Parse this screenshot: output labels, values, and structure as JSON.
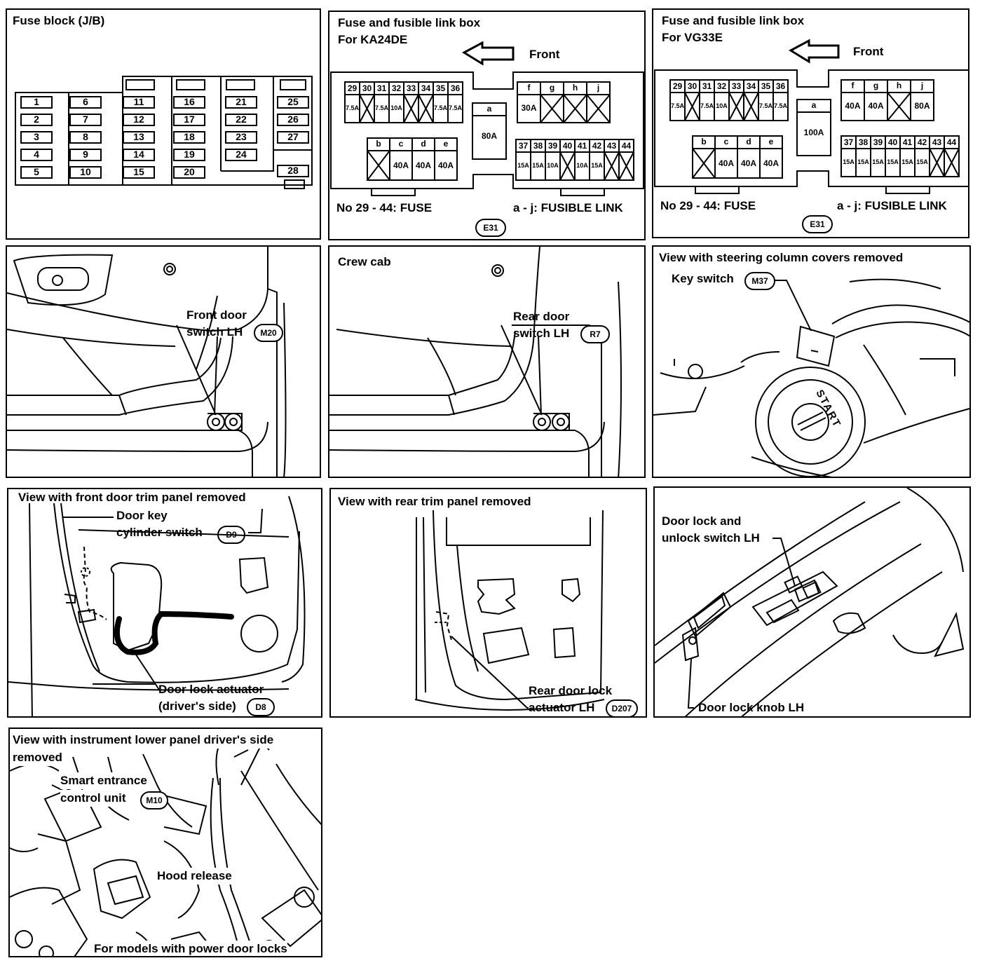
{
  "fuse_block": {
    "title": "Fuse block (J/B)",
    "fuses": [
      "1",
      "2",
      "3",
      "4",
      "5",
      "6",
      "7",
      "8",
      "9",
      "10",
      "11",
      "12",
      "13",
      "14",
      "15",
      "16",
      "17",
      "18",
      "19",
      "20",
      "21",
      "22",
      "23",
      "24",
      "25",
      "26",
      "27",
      "28"
    ]
  },
  "ka24de_box": {
    "title_line1": "Fuse and fusible link box",
    "title_line2": "For KA24DE",
    "front": "Front",
    "fuse_numbers": [
      "29",
      "30",
      "31",
      "32",
      "33",
      "34",
      "35",
      "36"
    ],
    "fuse_ratings": [
      "7.5A",
      "",
      "7.5A",
      "10A",
      "",
      "",
      "7.5A",
      "7.5A"
    ],
    "link_a_label": "a",
    "link_a_rating": "80A",
    "link_fgh_labels": [
      "f",
      "g",
      "h",
      "j"
    ],
    "link_fgh_ratings": [
      "30A",
      "",
      "",
      ""
    ],
    "link_bcde_labels": [
      "b",
      "c",
      "d",
      "e"
    ],
    "link_bcde_ratings": [
      "",
      "40A",
      "40A",
      "40A"
    ],
    "fuse2_numbers": [
      "37",
      "38",
      "39",
      "40",
      "41",
      "42",
      "43",
      "44"
    ],
    "fuse2_ratings": [
      "15A",
      "15A",
      "10A",
      "",
      "10A",
      "15A",
      "",
      ""
    ],
    "legend_fuse": "No 29 - 44:  FUSE",
    "legend_link": "a - j:  FUSIBLE LINK",
    "connector": "E31"
  },
  "vg33e_box": {
    "title_line1": "Fuse and fusible link box",
    "title_line2": "For VG33E",
    "front": "Front",
    "fuse_numbers": [
      "29",
      "30",
      "31",
      "32",
      "33",
      "34",
      "35",
      "36"
    ],
    "fuse_ratings": [
      "7.5A",
      "",
      "7.5A",
      "10A",
      "",
      "",
      "7.5A",
      "7.5A"
    ],
    "link_a_label": "a",
    "link_a_rating": "100A",
    "link_fgh_labels": [
      "f",
      "g",
      "h",
      "j"
    ],
    "link_fgh_ratings": [
      "40A",
      "40A",
      "",
      "80A"
    ],
    "link_bcde_labels": [
      "b",
      "c",
      "d",
      "e"
    ],
    "link_bcde_ratings": [
      "",
      "40A",
      "40A",
      "40A"
    ],
    "fuse2_numbers": [
      "37",
      "38",
      "39",
      "40",
      "41",
      "42",
      "43",
      "44"
    ],
    "fuse2_ratings": [
      "15A",
      "15A",
      "15A",
      "15A",
      "15A",
      "15A",
      "",
      ""
    ],
    "legend_fuse": "No 29 - 44:  FUSE",
    "legend_link": "a - j:  FUSIBLE LINK",
    "connector": "E31"
  },
  "front_door": {
    "label_line1": "Front door",
    "label_line2": "switch LH",
    "connector": "M20"
  },
  "crew_cab": {
    "title": "Crew cab",
    "label_line1": "Rear door",
    "label_line2": "switch LH",
    "connector": "R7"
  },
  "key_switch": {
    "title": "View with steering column covers removed",
    "label": "Key switch",
    "connector": "M37",
    "start_text": "START"
  },
  "front_trim": {
    "title": "View with front door trim panel removed",
    "key_line1": "Door key",
    "key_line2": "cylinder switch",
    "key_connector": "D9",
    "act_line1": "Door lock actuator",
    "act_line2": "(driver's side)",
    "act_connector": "D8"
  },
  "rear_trim": {
    "title": "View with rear trim panel removed",
    "line1": "Rear door lock",
    "line2": "actuator LH",
    "connector": "D207"
  },
  "door_lock_switch": {
    "line1": "Door lock and",
    "line2": "unlock switch LH",
    "knob": "Door lock knob LH"
  },
  "instrument": {
    "title_line1": "View with instrument lower panel driver's side",
    "title_line2": "removed",
    "unit_line1": "Smart entrance",
    "unit_line2": "control unit",
    "connector": "M10",
    "hood": "Hood release",
    "footer": "For models with power door locks"
  }
}
